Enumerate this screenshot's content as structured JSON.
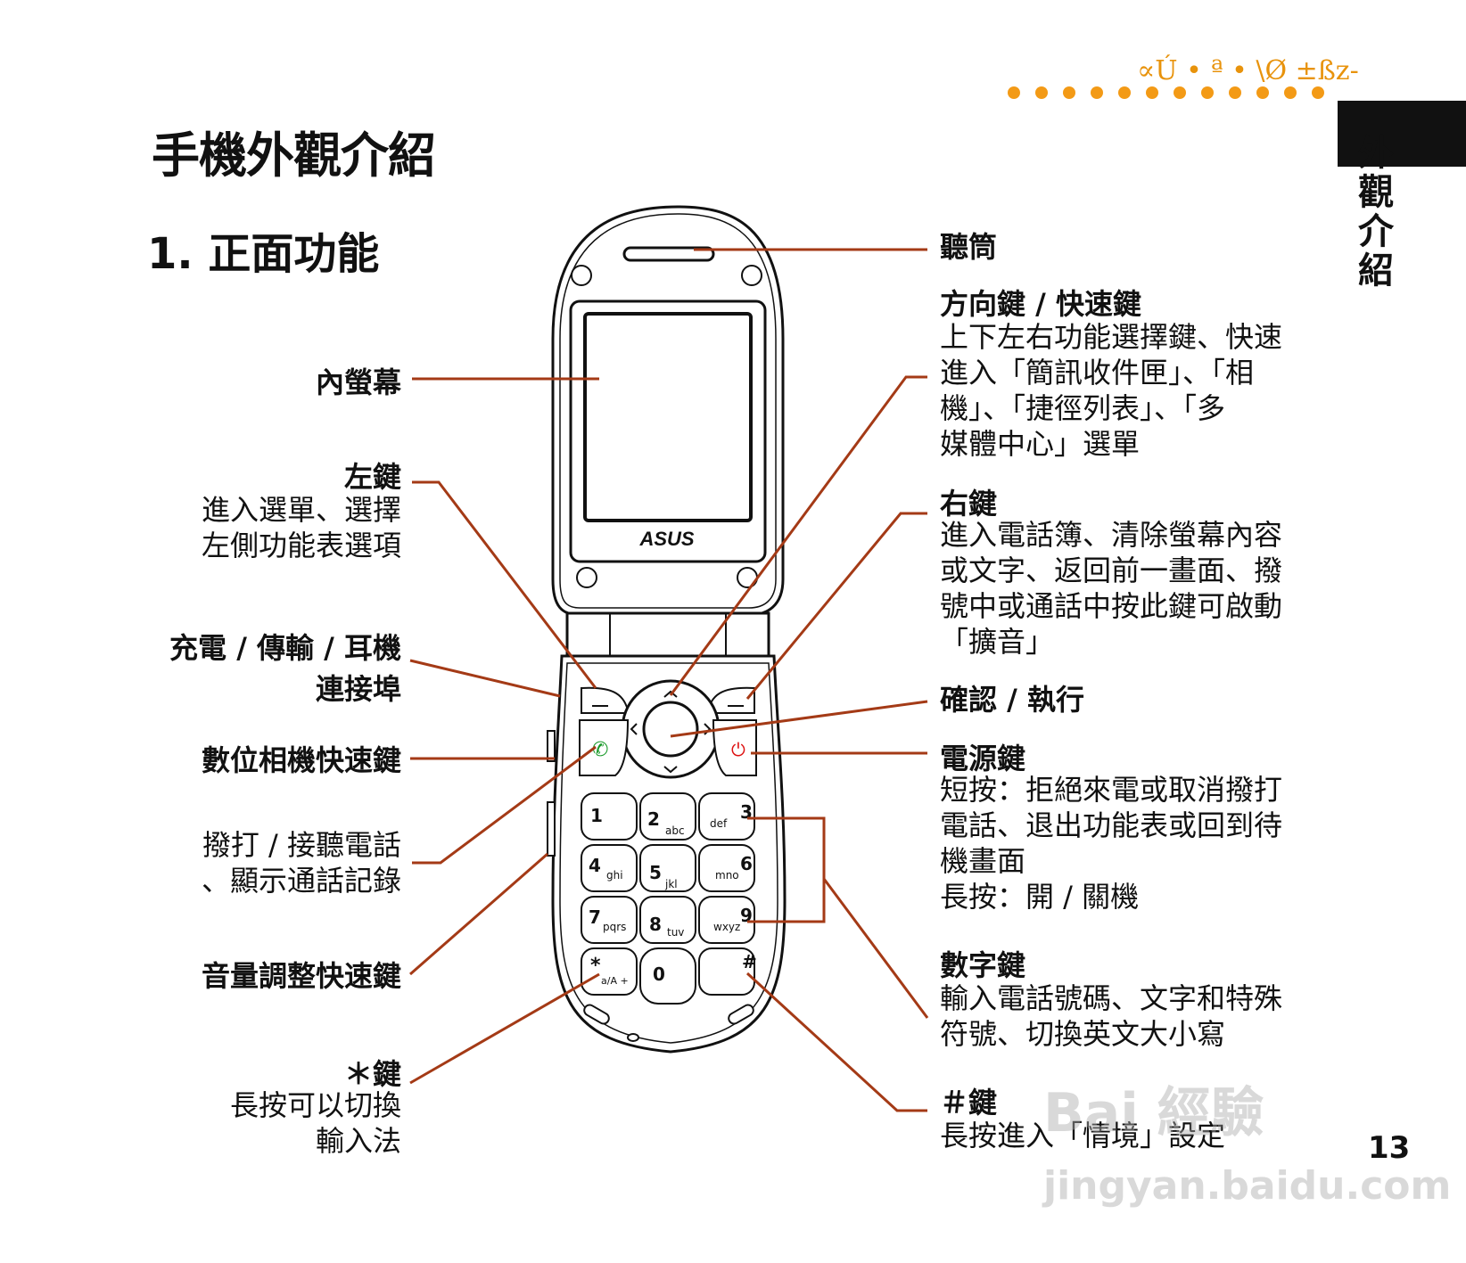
{
  "header": {
    "garbled_mark": "∝Ú • ª • \\Ø ±ßz‑",
    "title": "手機外觀介紹",
    "subtitle": "1. 正面功能"
  },
  "side_tab": {
    "chars": [
      "外",
      "觀",
      "介",
      "紹"
    ]
  },
  "phone": {
    "brand": "ASUS"
  },
  "left_labels": [
    {
      "id": "inner-screen",
      "title": "內螢幕",
      "desc": []
    },
    {
      "id": "left-key",
      "title": "左鍵",
      "desc": [
        "進入選單、選擇",
        "左側功能表選項"
      ]
    },
    {
      "id": "port",
      "title": "充電 / 傳輸 / 耳機",
      "desc": [],
      "title2": "連接埠"
    },
    {
      "id": "camera-key",
      "title": "數位相機快速鍵",
      "desc": []
    },
    {
      "id": "call-key",
      "title": "",
      "desc": [
        "撥打 / 接聽電話",
        "、顯示通話記錄"
      ]
    },
    {
      "id": "volume-key",
      "title": "音量調整快速鍵",
      "desc": []
    },
    {
      "id": "star-key",
      "title": "＊鍵",
      "desc": [
        "長按可以切換",
        "輸入法"
      ]
    }
  ],
  "right_labels": [
    {
      "id": "earpiece",
      "title": "聽筒",
      "desc": []
    },
    {
      "id": "nav-key",
      "title": "方向鍵 / 快速鍵",
      "desc": [
        "上下左右功能選擇鍵、快速",
        "進入「簡訊收件匣」、「相",
        "機」、「捷徑列表」、「多",
        "媒體中心」選單"
      ]
    },
    {
      "id": "right-key",
      "title": "右鍵",
      "desc": [
        "進入電話簿、清除螢幕內容",
        "或文字、返回前一畫面、撥",
        "號中或通話中按此鍵可啟動",
        "「擴音」"
      ]
    },
    {
      "id": "confirm-key",
      "title": "確認 / 執行",
      "desc": []
    },
    {
      "id": "power-key",
      "title": "電源鍵",
      "desc": [
        "短按：拒絕來電或取消撥打",
        "電話、退出功能表或回到待",
        "機畫面",
        "長按：開 / 關機"
      ]
    },
    {
      "id": "number-keys",
      "title": "數字鍵",
      "desc": [
        "輸入電話號碼、文字和特殊",
        "符號、切換英文大小寫"
      ]
    },
    {
      "id": "hash-key",
      "title": "＃鍵",
      "desc": [
        "長按進入「情境」設定"
      ]
    }
  ],
  "keypad": {
    "keys": [
      {
        "num": "1",
        "sub": ""
      },
      {
        "num": "2",
        "sub": "abc"
      },
      {
        "num": "3",
        "sub": "def"
      },
      {
        "num": "4",
        "sub": "ghi"
      },
      {
        "num": "5",
        "sub": "jkl"
      },
      {
        "num": "6",
        "sub": "mno"
      },
      {
        "num": "7",
        "sub": "pqrs"
      },
      {
        "num": "8",
        "sub": "tuv"
      },
      {
        "num": "9",
        "sub": "wxyz"
      },
      {
        "num": "*",
        "sub": "a/A +"
      },
      {
        "num": "0",
        "sub": ""
      },
      {
        "num": "#",
        "sub": ""
      }
    ]
  },
  "page_number": "13",
  "watermark": {
    "text1": "Bai 經驗",
    "text2": "jingyan.baidu.com"
  },
  "colors": {
    "accent": "#f39a16",
    "leader": "#a43a16",
    "ink": "#111111"
  }
}
